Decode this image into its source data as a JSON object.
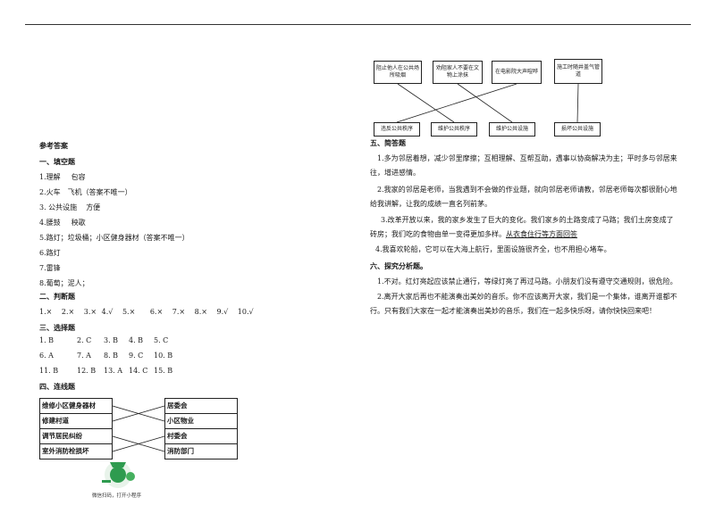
{
  "left": {
    "title": "参考答案",
    "sec1": "一、填空题",
    "fill": [
      [
        "1.理解",
        "包容"
      ],
      [
        "2.火车",
        "飞机（答案不唯一）"
      ],
      [
        "3. 公共设施",
        "方便"
      ],
      [
        "4.腰鼓",
        "秧歌"
      ],
      [
        "5.路灯；垃圾桶；小区健身器材（答案不唯一）",
        ""
      ],
      [
        "6.路灯",
        ""
      ],
      [
        "7.雷锋",
        ""
      ],
      [
        "8.葡萄；泥人；",
        ""
      ]
    ],
    "sec2": "二、判断题",
    "judge": [
      "1.×",
      "2.×",
      "3.×",
      "4.√",
      "5.×",
      "6.×",
      "7.×",
      "8.×",
      "9.√",
      "10.√"
    ],
    "sec3": "三、选择题",
    "choice_rows": [
      [
        "1.  B",
        "2. C",
        "3. B",
        "4. B",
        "5. C"
      ],
      [
        "6.  A",
        "7. A",
        "8. B",
        "9. C",
        "10. B"
      ],
      [
        "11. B",
        "12. B",
        "13. A",
        "14. C",
        "15. B"
      ]
    ],
    "sec4": "四、连线题",
    "match_left": [
      "维修小区健身器材",
      "修建村道",
      "调节居民纠纷",
      "室外消防栓损坏"
    ],
    "match_right": [
      "居委会",
      "小区物业",
      "村委会",
      "消防部门"
    ],
    "qr_caption": "微信扫码，打开小程序"
  },
  "diagram": {
    "top": [
      "阻止他人在公共场所吸烟",
      "劝阻家人不要在文物上涂抹",
      "在电影院大声喧哗",
      "施工时随井盖气管道"
    ],
    "bottom": [
      "违反公共秩序",
      "维护公共秩序",
      "维护公共设施",
      "损坏公共设施"
    ]
  },
  "right": {
    "sec5": "五、简答题",
    "a1_l1": "1.多为邻居着想，减少邻里摩擦；互相理解、互帮互助，遇事以协商解决为主；平时多与邻居来",
    "a1_l2": "往，增进感情。",
    "a2_l1": "2.我家的邻居是老师，当我遇到不会做的作业题，就向邻居老师请教，邻居老师每次都很耐心地",
    "a2_l2": "给我讲解，让我的成绩一直名列前茅。",
    "a3_l1": "3.改革开放以来，我的家乡发生了巨大的变化。我们家乡的土路变成了马路；我们土房变成了",
    "a3_l2a": "砖房；我们吃的食物由单一变得更加多样。",
    "a3_l2b": "从衣食住行等方面回答",
    "a4": "4.我喜欢轮船，它可以在大海上航行，里面设施很齐全，也不用担心堵车。",
    "sec6": "六、探究分析题。",
    "b1": "1.不对。红灯亮起应该禁止通行，等绿灯亮了再过马路。小朋友们没有遵守交通规则，很危险。",
    "b2_l1": "2.离开大家后再也不能演奏出美妙的音乐。你不应该离开大家，我们是一个集体，谁离开谁都不",
    "b2_l2": "行。只有我们大家在一起才能演奏出美妙的音乐，我们在一起多快乐呀，请你快快回来吧！"
  }
}
